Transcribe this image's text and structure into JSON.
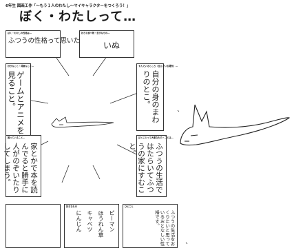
{
  "header": {
    "grade_label": "6年生 図画工作「〜もう１人のわたし〜マイキャラクターをつくろう！」",
    "title": "ぼく・わたしって…"
  },
  "boxes": {
    "top_left": {
      "label": "ぼく・わたしの性格は…",
      "text": "ふつうの性格って思いたい。"
    },
    "top_middle": {
      "label": "好きな食べ物・苦手なもの…",
      "text": "いぬ"
    },
    "left": {
      "label": "好きなこと・得意なこと…",
      "text": "ゲームとアニメを見ること。"
    },
    "right": {
      "label": "すんでいるところ（住んでいる場所）…",
      "text": "自分の身のまわりのとこ。"
    },
    "bottom_left": {
      "label": "困っていること…",
      "text": "家とかで本を読んでると勝手に人がのぞいたりしてしまう。"
    },
    "bottom_right": {
      "label": "ぼくにとって大事なもの・ことは…",
      "text": "ふつうの生活ではたらいてふつうの家にすむこと。"
    },
    "bottom_row_mid": {
      "label": "好きなもの",
      "lines": [
        "ピーマン",
        "ほうれん草",
        "キャベツ",
        "にんじん"
      ]
    },
    "bottom_row_right": {
      "label": "ひとこと",
      "text": "ふつうの生活をおくりたいと思っているおとなしい性格です。"
    }
  }
}
